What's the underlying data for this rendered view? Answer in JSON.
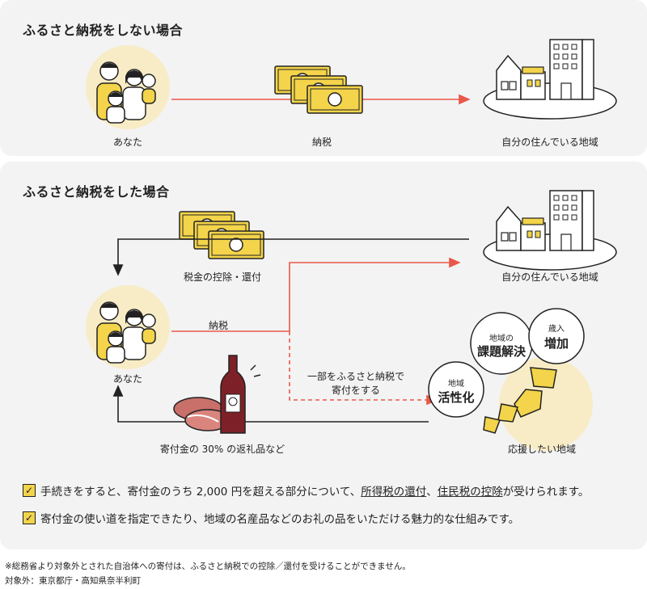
{
  "section_no": {
    "title": "ふるさと納税をしない場合",
    "you": "あなた",
    "tax": "納税",
    "local": "自分の住んでいる地域"
  },
  "section_yes": {
    "title": "ふるさと納税をした場合",
    "deduction": "税金の控除・還付",
    "local": "自分の住んでいる地域",
    "you": "あなた",
    "tax": "納税",
    "donate_line1": "一部をふるさと納税で",
    "donate_line2": "寄付をする",
    "gifts": "寄付金の 30% の返礼品など",
    "support": "応援したい地域",
    "bubbles": {
      "issue_small": "地域の",
      "issue_big": "課題解決",
      "revenue_small": "歳入",
      "revenue_big": "増加",
      "revital_small": "地域",
      "revital_big": "活性化"
    }
  },
  "checks": {
    "c1_pre": "手続きをすると、寄付金のうち 2,000 円を超える部分について、",
    "c1_u1": "所得税の還付",
    "c1_mid": "、",
    "c1_u2": "住民税の控除",
    "c1_post": "が受けられます。",
    "c2": "寄付金の使い道を指定できたり、地域の名産品などのお礼の品をいただける魅力的な仕組みです。"
  },
  "notes": {
    "n1": "※総務省より対象外とされた自治体への寄付は、ふるさと納税での控除／還付を受けることができません。",
    "n2": "対象外：東京都庁・高知県奈半利町"
  },
  "colors": {
    "accent": "#e9574a",
    "yellow": "#f3d44a",
    "cream": "#f8ecc6",
    "panel": "#f3f3f3"
  }
}
